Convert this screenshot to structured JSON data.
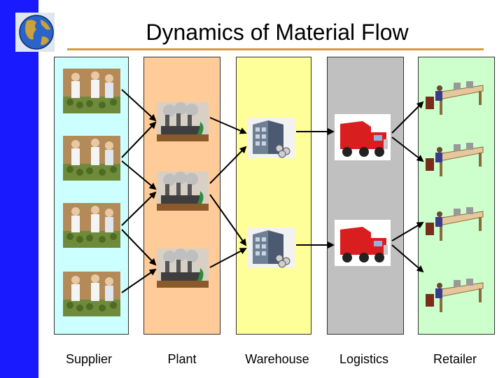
{
  "title": "Dynamics of Material Flow",
  "columns": [
    {
      "label": "Supplier",
      "color": "#ccffff"
    },
    {
      "label": "Plant",
      "color": "#ffcc99"
    },
    {
      "label": "Warehouse",
      "color": "#ffff99"
    },
    {
      "label": "Logistics",
      "color": "#c0c0c0"
    },
    {
      "label": "Retailer",
      "color": "#ccffcc"
    }
  ],
  "icons": {
    "supplier": "people-with-produce-icon",
    "plant": "factory-icon",
    "warehouse": "warehouse-building-icon",
    "logistics": "truck-icon",
    "retailer": "office-desk-icon",
    "logo": "globe-icon"
  },
  "colors": {
    "left_bar": "#1a1aff",
    "title_rule": "#d99a3c",
    "arrow": "#000000"
  }
}
